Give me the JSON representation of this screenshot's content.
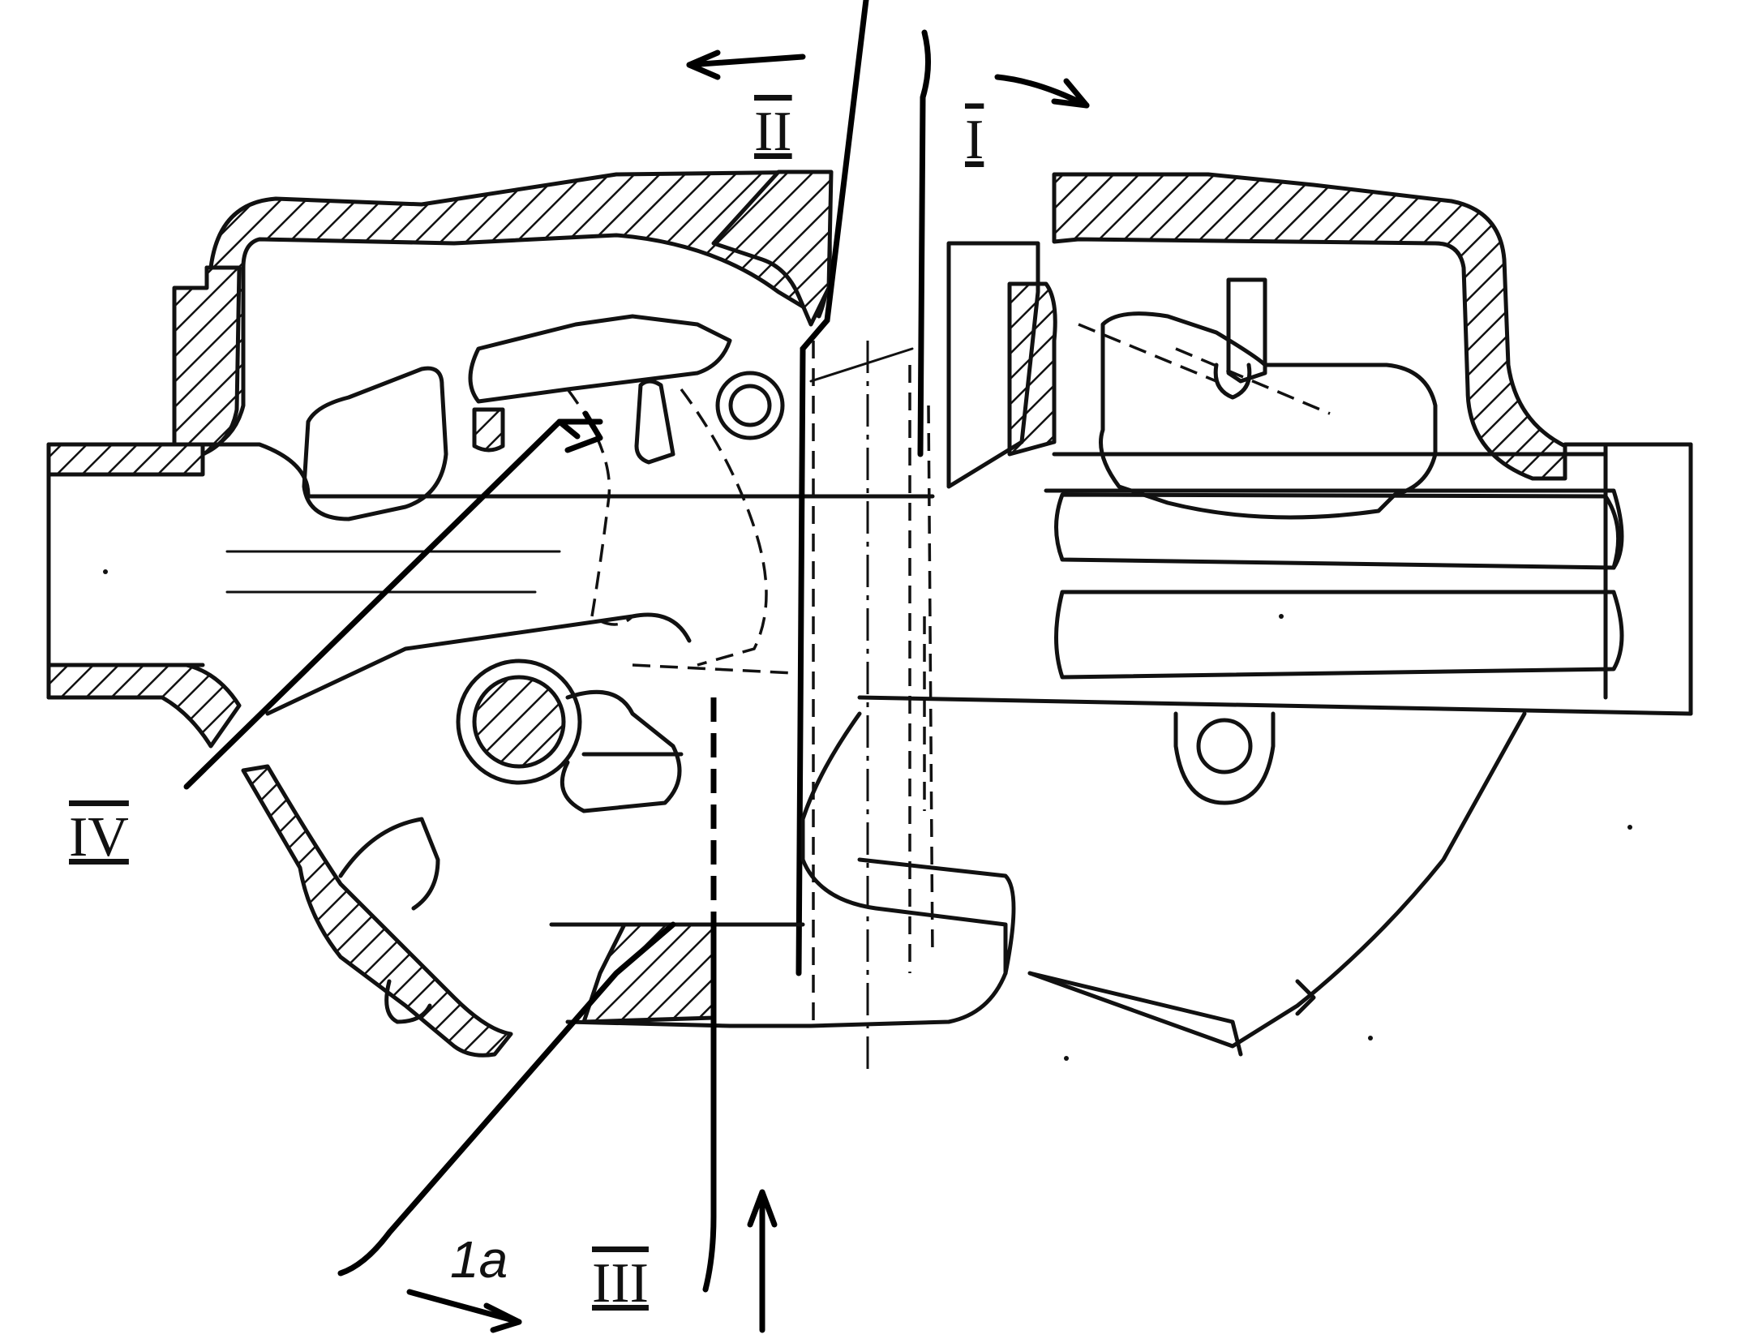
{
  "labels": {
    "section_i": "I",
    "section_ii": "II",
    "section_iii": "III",
    "section_iv": "IV",
    "item_1a": "1a"
  },
  "colors": {
    "ink": "#111111",
    "paper": "#ffffff"
  }
}
